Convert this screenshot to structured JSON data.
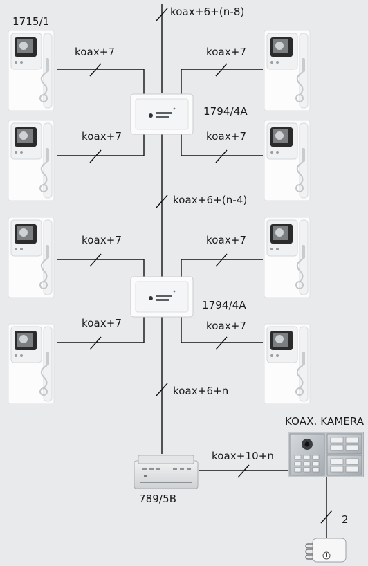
{
  "labels": {
    "top_bus": "koax+6+(n-8)",
    "mid_bus": "koax+6+(n-4)",
    "bottom_bus": "koax+6+n",
    "power_bus": "koax+10+n",
    "lock_bus": "2",
    "branch": "koax+7",
    "monitor_model": "1715/1",
    "distributor_model": "1794/4A",
    "power_model": "789/5B",
    "camera_panel": "KOAX. KAMERA"
  },
  "colors": {
    "background": "#e9eaec",
    "wire": "#111111",
    "device_white": "#fbfbfb",
    "screen": "#2b2b2b",
    "panel_metal": "#b9bfc4"
  },
  "icons": {
    "monitor": "video-intercom-monitor-icon",
    "distributor": "distributor-box-icon",
    "power_supply": "power-supply-icon",
    "door_panel": "outdoor-camera-panel-icon",
    "door_lock": "electric-lock-icon"
  }
}
